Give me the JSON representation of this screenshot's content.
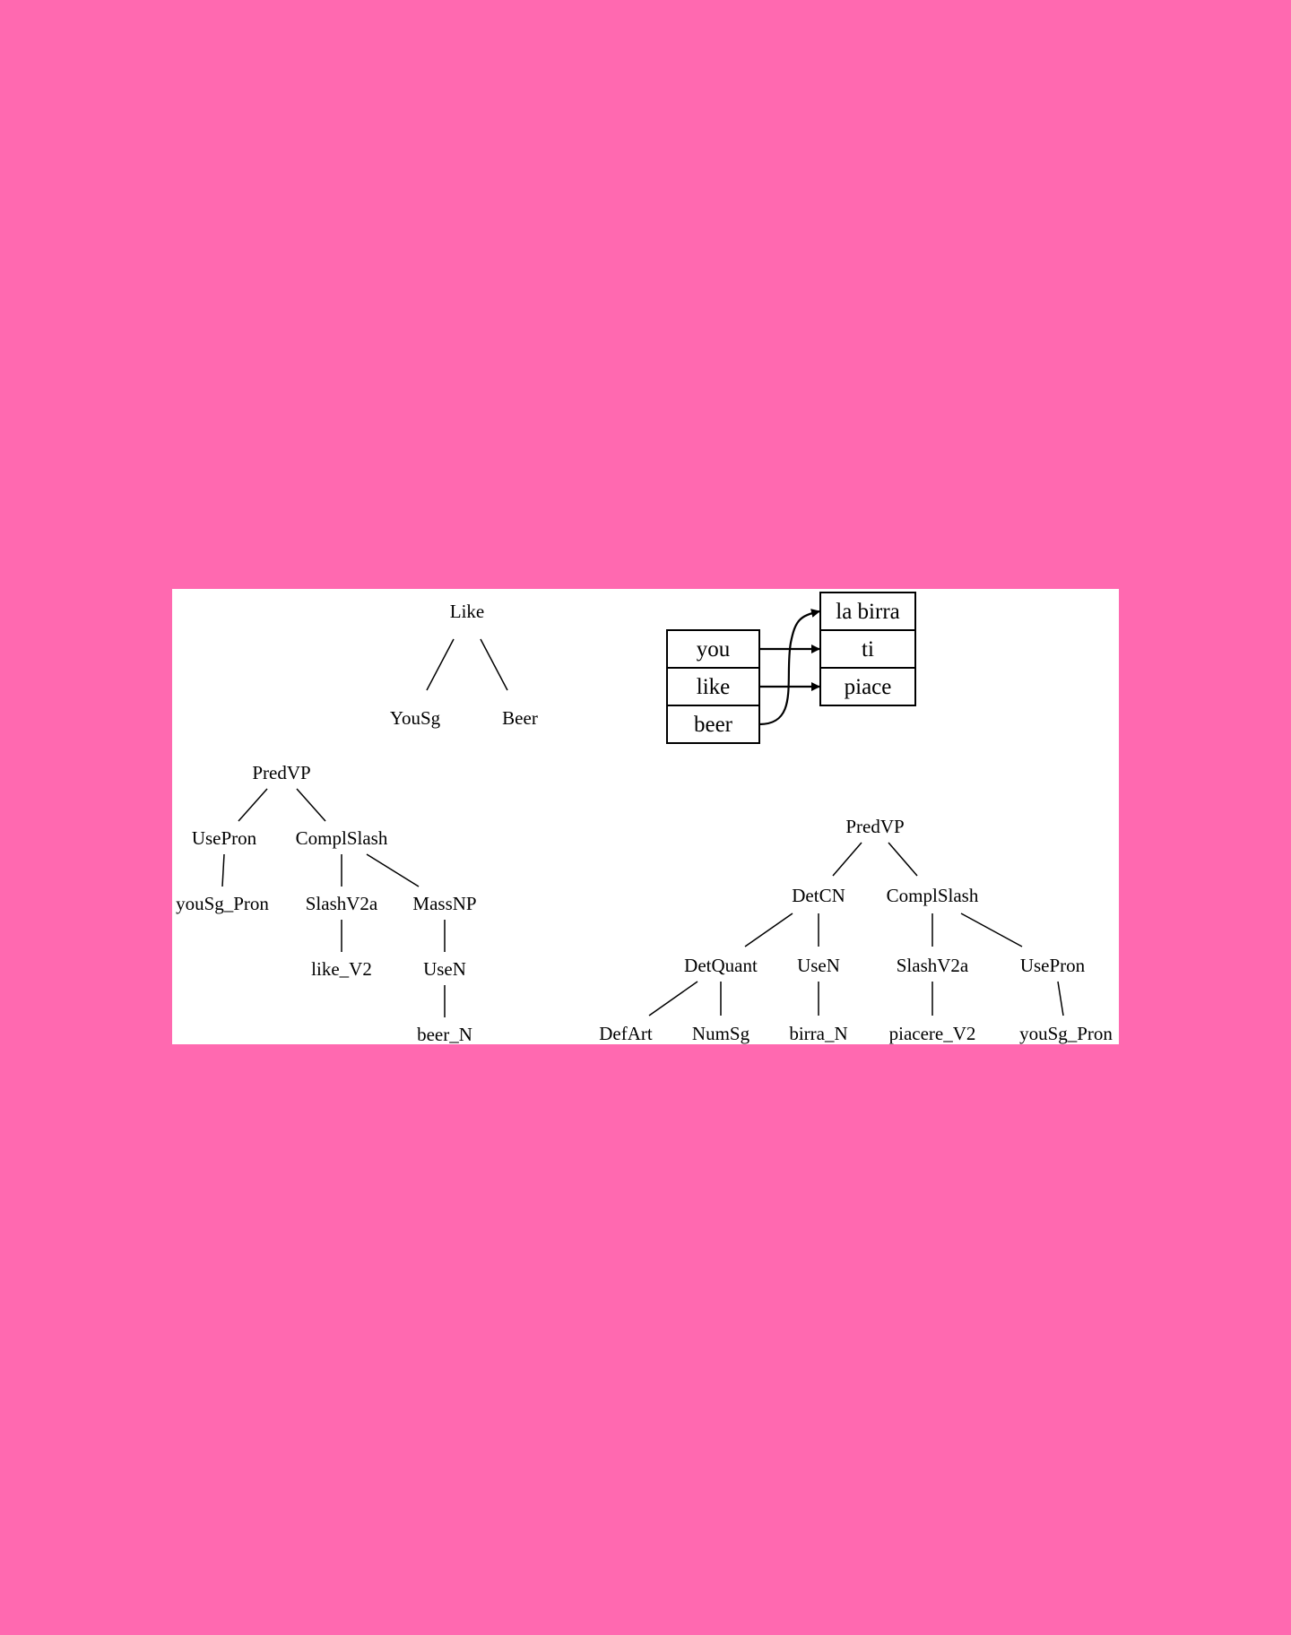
{
  "abstract_tree": {
    "root": "Like",
    "children": [
      "YouSg",
      "Beer"
    ]
  },
  "alignment": {
    "source_words": [
      "you",
      "like",
      "beer"
    ],
    "target_words": [
      "la birra",
      "ti",
      "piace"
    ],
    "links": [
      {
        "from": "you",
        "to": "ti"
      },
      {
        "from": "like",
        "to": "piace"
      },
      {
        "from": "beer",
        "to": "la birra"
      }
    ]
  },
  "english_tree": {
    "root": "PredVP",
    "left": "UsePron",
    "left_leaf": "youSg_Pron",
    "right": "ComplSlash",
    "verb": "SlashV2a",
    "verb_leaf": "like_V2",
    "object": "MassNP",
    "object_mid": "UseN",
    "object_leaf": "beer_N"
  },
  "italian_tree": {
    "root": "PredVP",
    "subject": "DetCN",
    "det": "DetQuant",
    "det_art": "DefArt",
    "det_num": "NumSg",
    "noun": "UseN",
    "noun_leaf": "birra_N",
    "compl": "ComplSlash",
    "verb": "SlashV2a",
    "verb_leaf": "piacere_V2",
    "pron": "UsePron",
    "pron_leaf": "youSg_Pron"
  }
}
